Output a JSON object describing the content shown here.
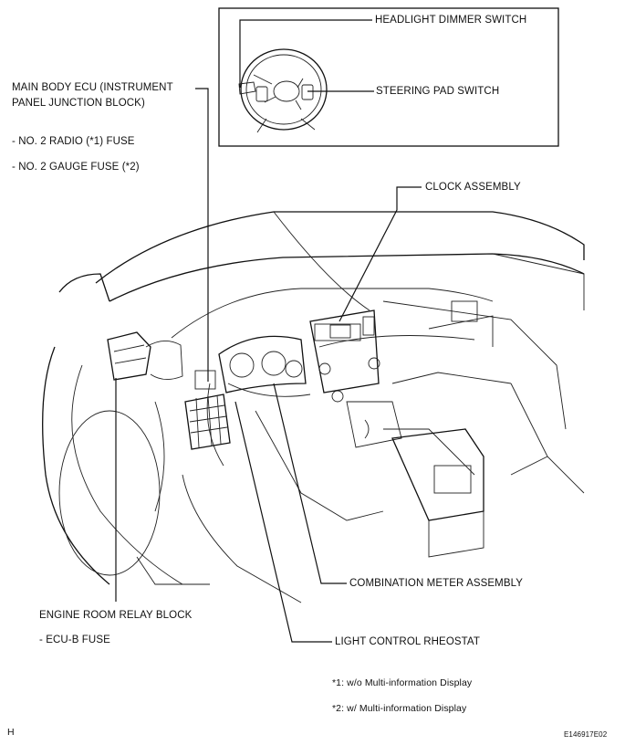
{
  "labels": {
    "headlight_dimmer_switch": "HEADLIGHT DIMMER SWITCH",
    "steering_pad_switch": "STEERING PAD SWITCH",
    "main_body_ecu_line1": "MAIN BODY ECU (INSTRUMENT",
    "main_body_ecu_line2": "PANEL JUNCTION BLOCK)",
    "no2_radio_fuse": "- NO. 2 RADIO (*1) FUSE",
    "no2_gauge_fuse": "- NO. 2 GAUGE FUSE (*2)",
    "clock_assembly": "CLOCK ASSEMBLY",
    "combination_meter_assembly": "COMBINATION METER ASSEMBLY",
    "engine_room_relay_block": "ENGINE ROOM RELAY BLOCK",
    "ecu_b_fuse": "- ECU-B FUSE",
    "light_control_rheostat": "LIGHT CONTROL RHEOSTAT"
  },
  "notes": {
    "note1": "*1: w/o Multi-information Display",
    "note2": "*2: w/ Multi-information Display"
  },
  "footer": {
    "corner_letter": "H",
    "figure_id": "E146917E02"
  }
}
